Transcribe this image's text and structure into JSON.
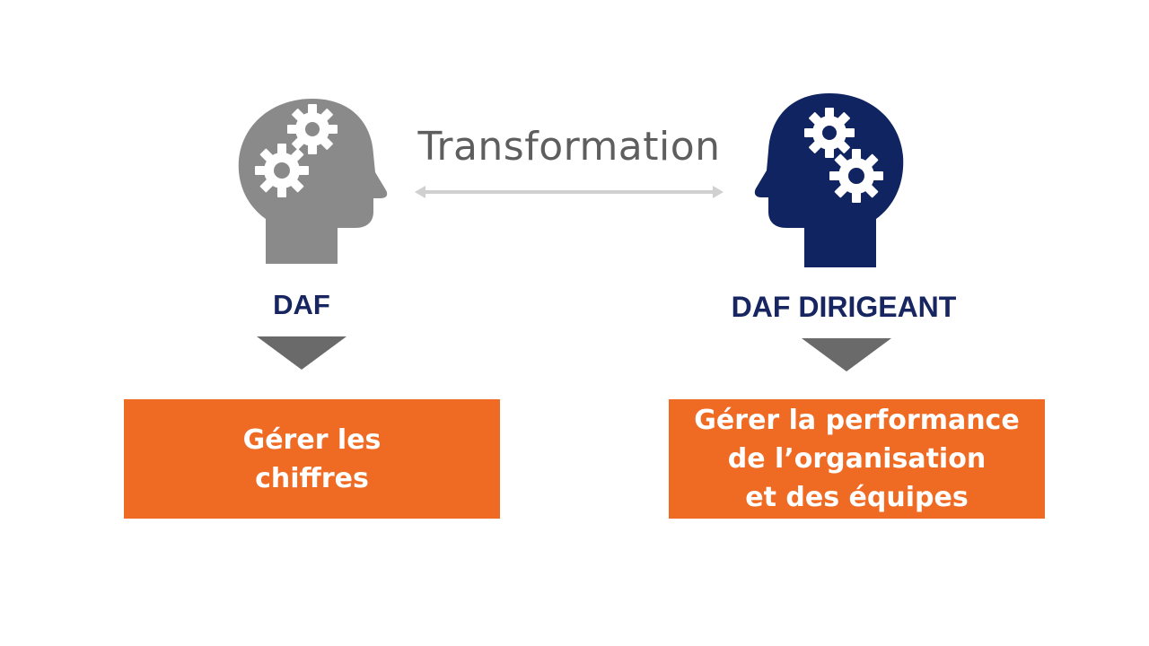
{
  "diagram": {
    "transition_label": "Transformation",
    "left": {
      "title": "DAF",
      "description": "Gérer les\nchiffres",
      "head_color": "#8a8a8a",
      "icon": "head-gears-icon"
    },
    "right": {
      "title": "DAF DIRIGEANT",
      "description": "Gérer la performance\nde l’organisation\net des équipes",
      "head_color": "#0f2460",
      "icon": "head-gears-icon"
    },
    "colors": {
      "title_text": "#172560",
      "box_fill": "#ef6a23",
      "pointer": "#6a6a6a",
      "arrow": "#d0d0d0"
    }
  }
}
